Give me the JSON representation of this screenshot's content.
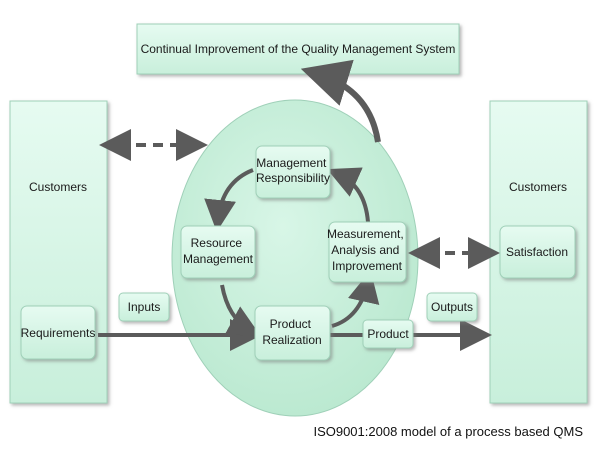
{
  "title": "Continual Improvement of the Quality Management System",
  "left_panel": {
    "label": "Customers",
    "requirements": "Requirements"
  },
  "right_panel": {
    "label": "Customers",
    "satisfaction": "Satisfaction"
  },
  "process": {
    "management": [
      "Management",
      "Responsibility"
    ],
    "resource": [
      "Resource",
      "Management"
    ],
    "product_realization": [
      "Product",
      "Realization"
    ],
    "measurement": [
      "Measurement,",
      "Analysis and",
      "Improvement"
    ]
  },
  "flow": {
    "inputs": "Inputs",
    "outputs": "Outputs",
    "product": "Product"
  },
  "caption": "ISO9001:2008 model of a  process based QMS",
  "colors": {
    "box_fill": "#d9f7e8",
    "box_stroke": "#9fd0b8",
    "circle_fill": "#c9efdc",
    "arrow": "#5b5b5b"
  }
}
